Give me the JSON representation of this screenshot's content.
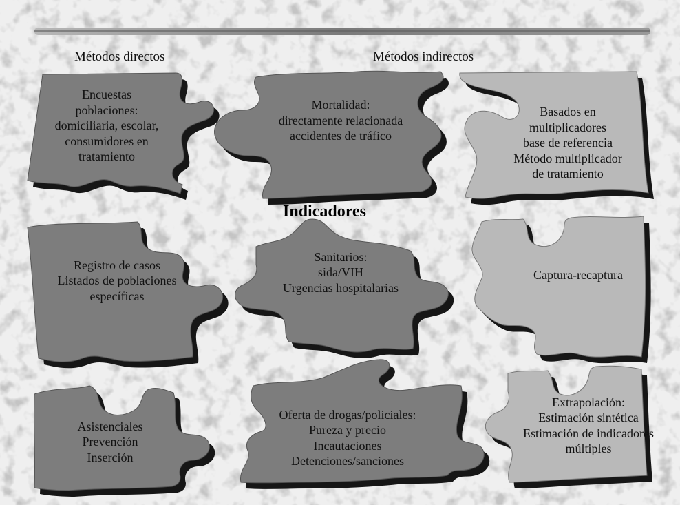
{
  "headers": {
    "directos": "Métodos directos",
    "indirectos": "Métodos indirectos"
  },
  "center_title": "Indicadores",
  "pieces": {
    "encuestas": [
      "Encuestas",
      "poblaciones:",
      "domiciliaria, escolar,",
      "consumidores en",
      "tratamiento"
    ],
    "mortalidad": [
      "Mortalidad:",
      "directamente relacionada",
      "accidentes de tráfico"
    ],
    "multiplicadores": [
      "Basados en",
      "multiplicadores",
      "base de referencia",
      "Método multiplicador",
      "de tratamiento"
    ],
    "registro": [
      "Registro de casos",
      "Listados de poblaciones",
      "específicas"
    ],
    "sanitarios": [
      "Sanitarios:",
      "sida/VIH",
      "Urgencias hospitalarias"
    ],
    "captura": [
      "Captura-recaptura"
    ],
    "asistenciales": [
      "Asistenciales",
      "Prevención",
      "Inserción"
    ],
    "oferta": [
      "Oferta de drogas/policiales:",
      "Pureza y precio",
      "Incautaciones",
      "Detenciones/sanciones"
    ],
    "extrapolacion": [
      "Extrapolación:",
      "Estimación sintética",
      "Estimación de indicadores",
      "múltiples"
    ]
  },
  "colors": {
    "dark_piece": "#7d7d7d",
    "light_piece": "#b9b9b9",
    "shadow": "#161616",
    "rule": "#8a8a8a"
  }
}
